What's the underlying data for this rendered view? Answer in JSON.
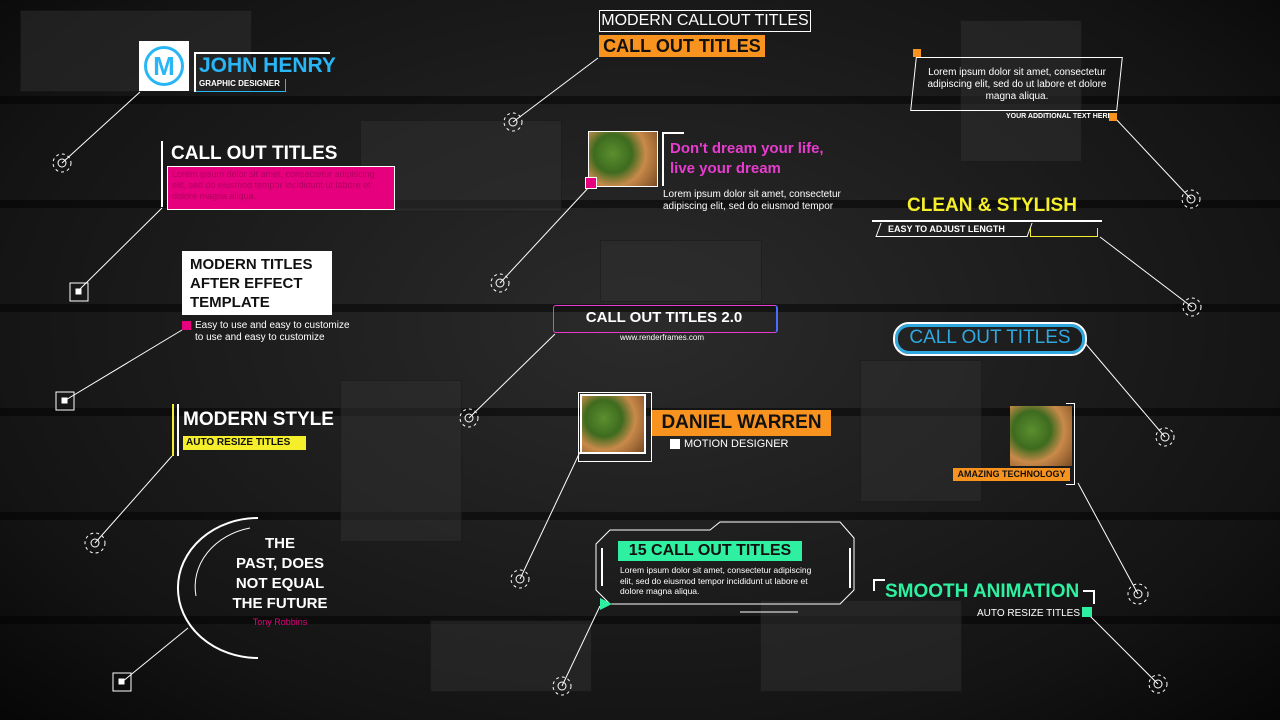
{
  "callouts": {
    "john_henry": {
      "initial": "M",
      "name": "JOHN HENRY",
      "role": "GRAPHIC DESIGNER"
    },
    "modern_callout": {
      "top": "MODERN CALLOUT TITLES",
      "sub": "CALL OUT TITLES"
    },
    "lorem_box": {
      "text": "Lorem ipsum dolor sit amet, consectetur adipiscing elit, sed do ut labore et dolore magna aliqua.",
      "sub": "YOUR ADDITIONAL TEXT HERE"
    },
    "call_out_pink": {
      "title": "CALL OUT TITLES",
      "body": "Lorem ipsum dolor sit amet, consectetur adipiscing elit, sed do eiusmod tempor incididunt ut labore et dolore magna aliqua."
    },
    "dream": {
      "quote1": "Don't dream your life,",
      "quote2": "live your dream",
      "body": "Lorem ipsum dolor sit amet, consectetur adipiscing elit, sed do eiusmod tempor"
    },
    "clean_stylish": {
      "title": "CLEAN & STYLISH",
      "sub": "EASY TO ADJUST LENGTH"
    },
    "modern_titles": {
      "line1": "MODERN TITLES",
      "line2": "AFTER EFFECT",
      "line3": "TEMPLATE",
      "body": "Easy to use and easy to customize to use and easy to customize"
    },
    "call_out_2": {
      "title": "CALL OUT TITLES 2.0",
      "url": "www.renderframes.com"
    },
    "call_out_blue": {
      "title": "CALL OUT TITLES"
    },
    "modern_style": {
      "title": "MODERN STYLE",
      "sub": "AUTO RESIZE TITLES"
    },
    "daniel": {
      "name": "DANIEL WARREN",
      "role": "MOTION DESIGNER"
    },
    "amazing": {
      "label": "AMAZING TECHNOLOGY"
    },
    "quote": {
      "l1": "THE",
      "l2": "PAST, DOES",
      "l3": "NOT EQUAL",
      "l4": "THE FUTURE",
      "author": "Tony Robbins"
    },
    "fifteen": {
      "title": "15 CALL OUT TITLES",
      "body": "Lorem ipsum dolor sit amet, consectetur adipiscing elit, sed do eiusmod tempor incididunt ut labore et dolore magna aliqua."
    },
    "smooth": {
      "title": "SMOOTH ANIMATION",
      "sub": "AUTO RESIZE TITLES"
    }
  },
  "colors": {
    "cyan": "#29b6f6",
    "orange": "#f7931e",
    "pink": "#e6007e",
    "magenta": "#e83cd0",
    "yellow": "#f5ee2a",
    "green": "#2ef0a0",
    "blue": "#2fa8e0"
  }
}
